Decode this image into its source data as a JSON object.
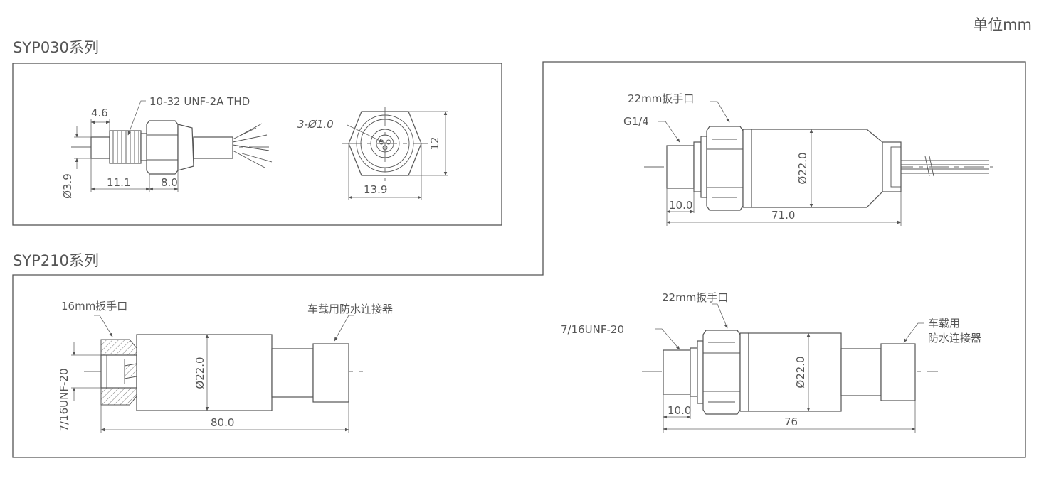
{
  "unit_label": "单位mm",
  "series": {
    "syp030": "SYP030系列",
    "syp210": "SYP210系列"
  },
  "syp030_side": {
    "thread": "10-32 UNF-2A THD",
    "dim_thread_len": "4.6",
    "dim_diameter": "Ø3.9",
    "dim_length_a": "11.1",
    "dim_length_b": "8.0"
  },
  "syp030_front": {
    "holes": "3-Ø1.0",
    "dim_height": "12",
    "dim_width": "13.9"
  },
  "top_right": {
    "wrench": "22mm扳手口",
    "thread": "G1/4",
    "dim_diameter": "Ø22.0",
    "dim_port": "10.0",
    "dim_total": "71.0"
  },
  "syp210_left": {
    "wrench": "16mm扳手口",
    "connector": "车载用防水连接器",
    "thread": "7/16UNF-20",
    "dim_diameter": "Ø22.0",
    "dim_total": "80.0"
  },
  "bottom_right": {
    "wrench": "22mm扳手口",
    "thread": "7/16UNF-20",
    "connector_line1": "车载用",
    "connector_line2": "防水连接器",
    "dim_diameter": "Ø22.0",
    "dim_port": "10.0",
    "dim_total": "76"
  }
}
